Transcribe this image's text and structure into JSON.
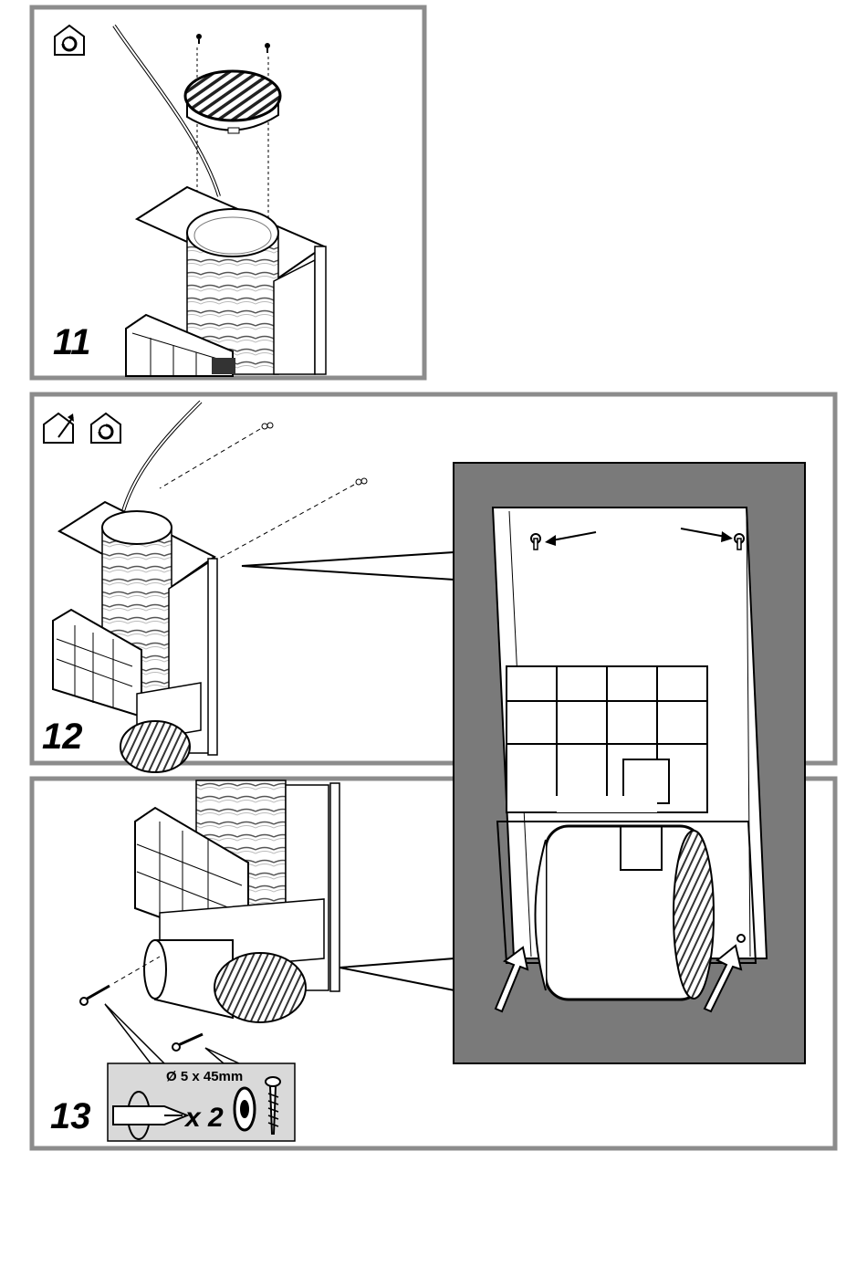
{
  "steps": [
    {
      "number": "11",
      "icons": [
        "recirculation-house-icon"
      ]
    },
    {
      "number": "12",
      "icons": [
        "ducted-house-icon",
        "recirculation-house-icon"
      ]
    },
    {
      "number": "13",
      "icons": []
    }
  ],
  "screw_spec": {
    "size": "Ø 5 x 45mm",
    "quantity": "x 2",
    "tool_icon": "phillips-screwdriver-icon"
  },
  "colors": {
    "panel_border": "#8c8c8c",
    "detail_background": "#7a7a7a",
    "spec_box_background": "#d9d9d9"
  }
}
